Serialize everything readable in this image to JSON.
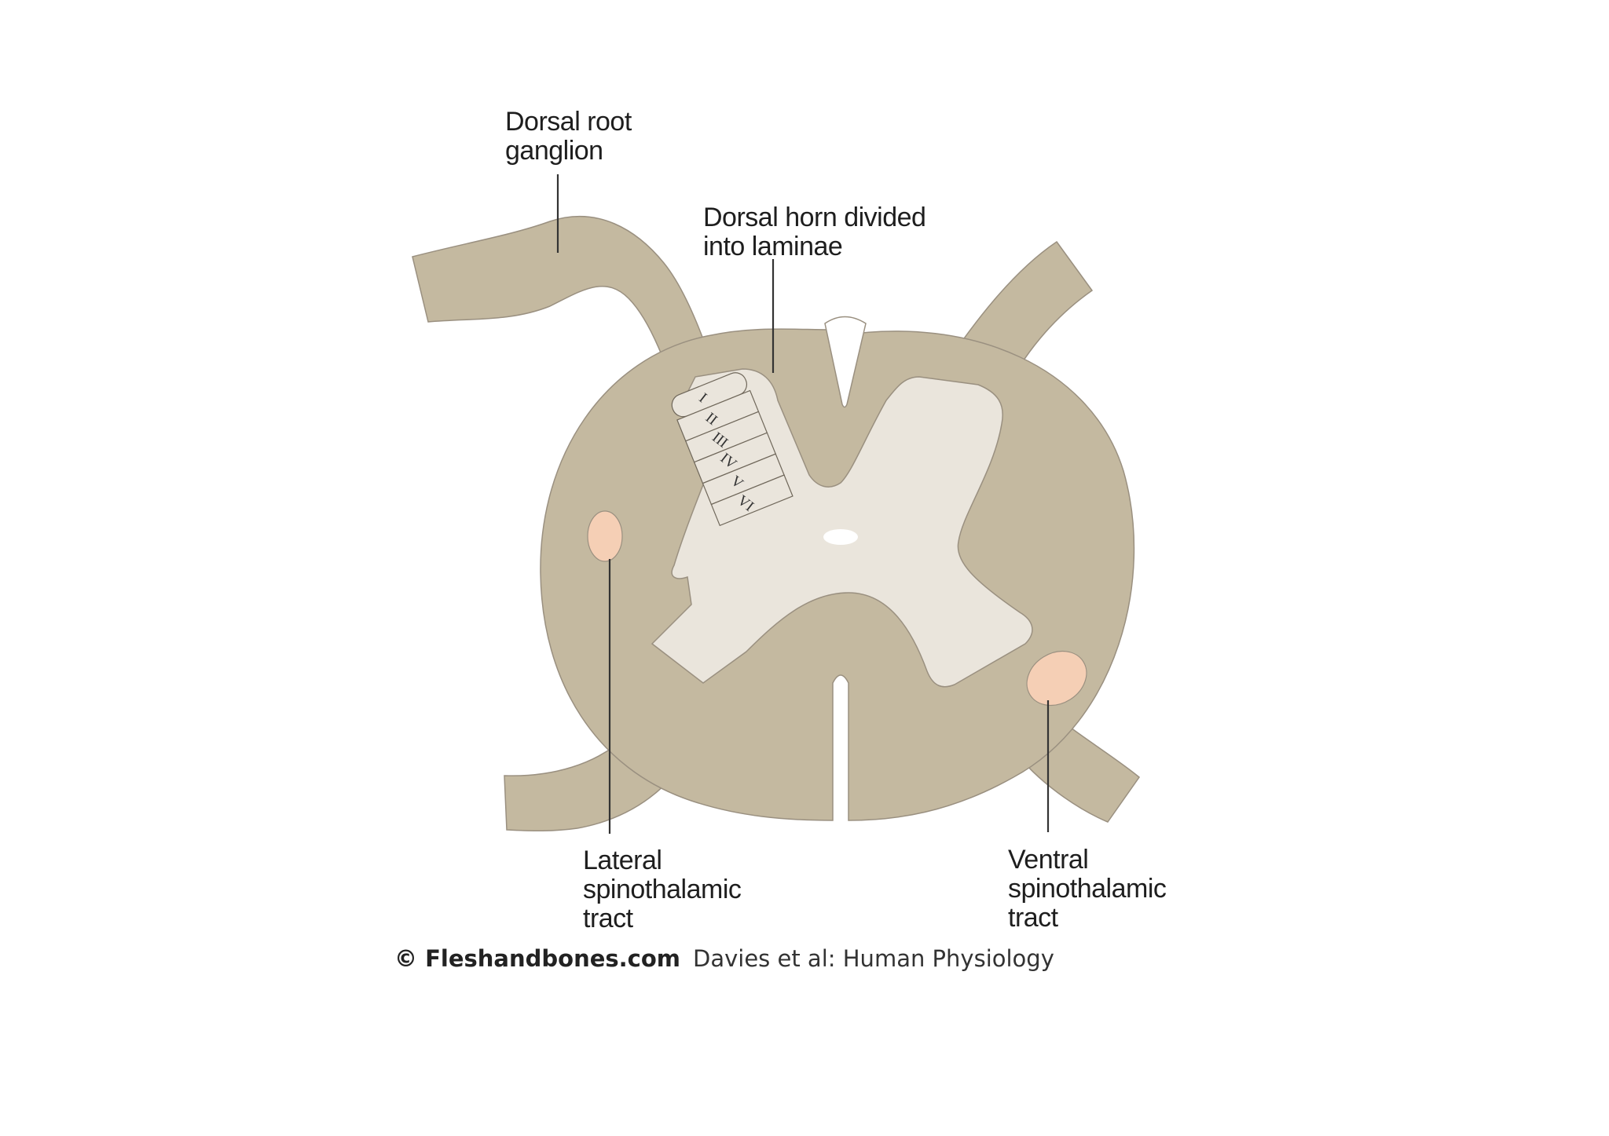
{
  "colors": {
    "white_matter": "#c4b9a0",
    "grey_matter": "#eae5dc",
    "tract": "#f5cfb5",
    "central_canal": "#ffffff",
    "leader_line": "#333333",
    "outline": "#9a9080"
  },
  "labels": {
    "drg_line1": "Dorsal root",
    "drg_line2": "ganglion",
    "dh_line1": "Dorsal horn divided",
    "dh_line2": "into laminae",
    "lst_line1": "Lateral",
    "lst_line2": "spinothalamic",
    "lst_line3": "tract",
    "vst_line1": "Ventral",
    "vst_line2": "spinothalamic",
    "vst_line3": "tract"
  },
  "laminae": [
    "I",
    "II",
    "III",
    "IV",
    "V",
    "VI"
  ],
  "credit": {
    "site": "© Fleshandbones.com",
    "source": "Davies et al: Human Physiology"
  }
}
